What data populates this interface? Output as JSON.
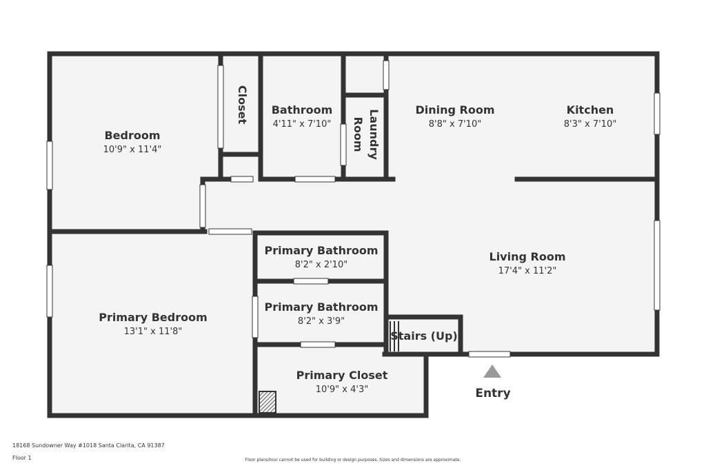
{
  "rooms": {
    "bedroom": {
      "name": "Bedroom",
      "dims": "10'9\" x 11'4\""
    },
    "closet": {
      "name": "Closet"
    },
    "bathroom": {
      "name": "Bathroom",
      "dims": "4'11\" x 7'10\""
    },
    "laundry": {
      "name_line1": "Laundry",
      "name_line2": "Room"
    },
    "dining": {
      "name": "Dining Room",
      "dims": "8'8\" x 7'10\""
    },
    "kitchen": {
      "name": "Kitchen",
      "dims": "8'3\" x 7'10\""
    },
    "primary_bath_1": {
      "name": "Primary Bathroom",
      "dims": "8'2\" x 2'10\""
    },
    "primary_bath_2": {
      "name": "Primary Bathroom",
      "dims": "8'2\" x 3'9\""
    },
    "living": {
      "name": "Living Room",
      "dims": "17'4\" x 11'2\""
    },
    "primary_bedroom": {
      "name": "Primary Bedroom",
      "dims": "13'1\" x 11'8\""
    },
    "stairs": {
      "name": "Stairs (Up)"
    },
    "primary_closet": {
      "name": "Primary Closet",
      "dims": "10'9\" x 4'3\""
    }
  },
  "entry": {
    "label": "Entry"
  },
  "footer": {
    "address": "18168 Sundowner Way #1018 Santa Clarita, CA 91387",
    "floor": "Floor 1",
    "disclaimer": "Floor plans/tour cannot be used for building or design purposes. Sizes and dimensions are approximate."
  },
  "colors": {
    "wall": "#333333",
    "floor": "#f4f4f4",
    "window": "#ffffff",
    "entry_marker": "#999999"
  }
}
